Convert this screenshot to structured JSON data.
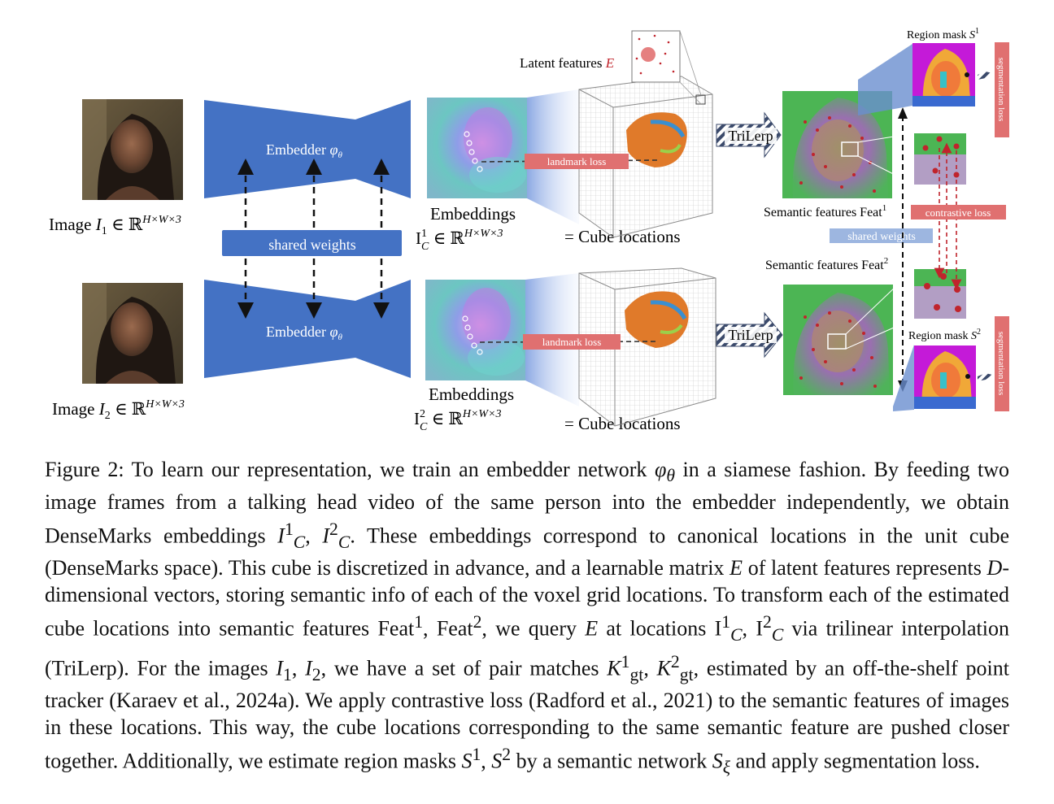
{
  "figure": {
    "image1_label": "Image I₁ ∈ ℝ^(H×W×3)",
    "image2_label": "Image I₂ ∈ ℝ^(H×W×3)",
    "embedder_label": "Embedder φθ",
    "shared_weights": "shared weights",
    "embeddings_label": "Embeddings",
    "embedding1_formula": "I¹_C ∈ ℝ^(H×W×3)",
    "embedding2_formula": "I²_C ∈ ℝ^(H×W×3)",
    "cube_locations": "= Cube locations",
    "landmark_loss": "landmark loss",
    "latent_features": "Latent features",
    "latent_symbol": "E",
    "trilerp": "TriLerp",
    "semantic_features_1": "Semantic features Feat¹",
    "semantic_features_2": "Semantic features Feat²",
    "contrastive_loss": "contrastive loss",
    "shared_weights_small": "shared weights",
    "region_mask_1": "Region mask S¹",
    "region_mask_2": "Region mask S²",
    "segmentation_loss": "segmentation loss",
    "colors": {
      "embedder_blue": "#4472c4",
      "loss_red": "#e07070",
      "shared_light_blue": "#9db6e0",
      "latent_red": "#c0242c"
    }
  },
  "caption": "Figure 2: To learn our representation, we train an embedder network φθ in a siamese fashion. By feeding two image frames from a talking head video of the same person into the embedder independently, we obtain DenseMarks embeddings I¹_C, I²_C. These embeddings correspond to canonical locations in the unit cube (DenseMarks space). This cube is discretized in advance, and a learnable matrix E of latent features represents D-dimensional vectors, storing semantic info of each of the voxel grid locations. To transform each of the estimated cube locations into semantic features Feat¹, Feat², we query E at locations I¹_C, I²_C via trilinear interpolation (TriLerp). For the images I₁, I₂, we have a set of pair matches K¹_gt, K²_gt, estimated by an off-the-shelf point tracker (Karaev et al., 2024a). We apply contrastive loss (Radford et al., 2021) to the semantic features of images in these locations. This way, the cube locations corresponding to the same semantic feature are pushed closer together. Additionally, we estimate region masks S¹, S² by a semantic network Sξ and apply segmentation loss."
}
